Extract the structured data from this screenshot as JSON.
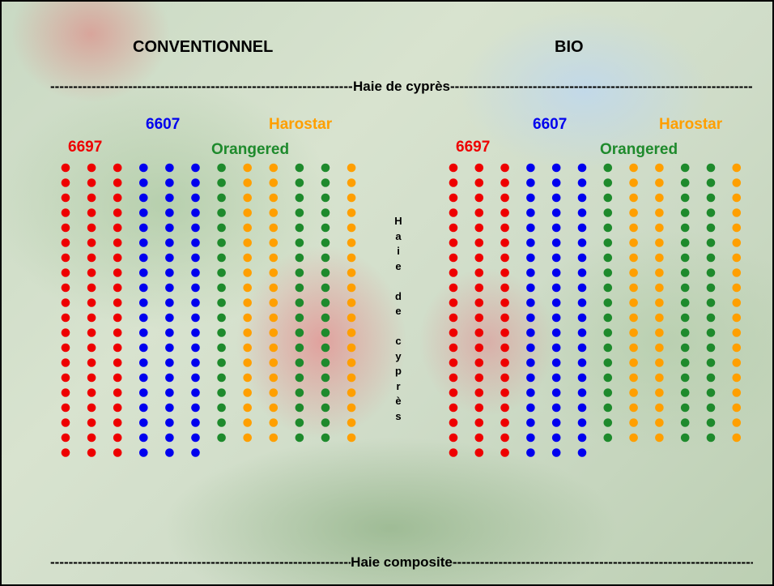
{
  "headings": {
    "left": "CONVENTIONNEL",
    "right": "BIO"
  },
  "hedges": {
    "top": "Haie de cyprès",
    "bottom": "Haie composite",
    "middle_letters": [
      "H",
      "a",
      "i",
      "e",
      "",
      "d",
      "e",
      "",
      "c",
      "y",
      "p",
      "r",
      "è",
      "s"
    ]
  },
  "varieties": {
    "v6697": {
      "label": "6697",
      "color": "#ee0000"
    },
    "v6607": {
      "label": "6607",
      "color": "#0000ee"
    },
    "orangered": {
      "label": "Orangered",
      "color": "#1e8a2c"
    },
    "harostar": {
      "label": "Harostar",
      "color": "#ff9f00"
    }
  },
  "plots": {
    "conventionnel": {
      "columns": [
        {
          "variety": "v6697",
          "trees": 20
        },
        {
          "variety": "v6697",
          "trees": 20
        },
        {
          "variety": "v6697",
          "trees": 20
        },
        {
          "variety": "v6607",
          "trees": 20
        },
        {
          "variety": "v6607",
          "trees": 20
        },
        {
          "variety": "v6607",
          "trees": 20
        },
        {
          "variety": "orangered",
          "trees": 19
        },
        {
          "variety": "harostar",
          "trees": 19
        },
        {
          "variety": "harostar",
          "trees": 19
        },
        {
          "variety": "orangered",
          "trees": 19
        },
        {
          "variety": "orangered",
          "trees": 19
        },
        {
          "variety": "harostar",
          "trees": 19
        }
      ]
    },
    "bio": {
      "columns": [
        {
          "variety": "v6697",
          "trees": 20
        },
        {
          "variety": "v6697",
          "trees": 20
        },
        {
          "variety": "v6697",
          "trees": 20
        },
        {
          "variety": "v6607",
          "trees": 20
        },
        {
          "variety": "v6607",
          "trees": 20
        },
        {
          "variety": "v6607",
          "trees": 20
        },
        {
          "variety": "orangered",
          "trees": 19
        },
        {
          "variety": "harostar",
          "trees": 19
        },
        {
          "variety": "harostar",
          "trees": 19
        },
        {
          "variety": "orangered",
          "trees": 19
        },
        {
          "variety": "orangered",
          "trees": 19
        },
        {
          "variety": "harostar",
          "trees": 19
        }
      ]
    }
  }
}
